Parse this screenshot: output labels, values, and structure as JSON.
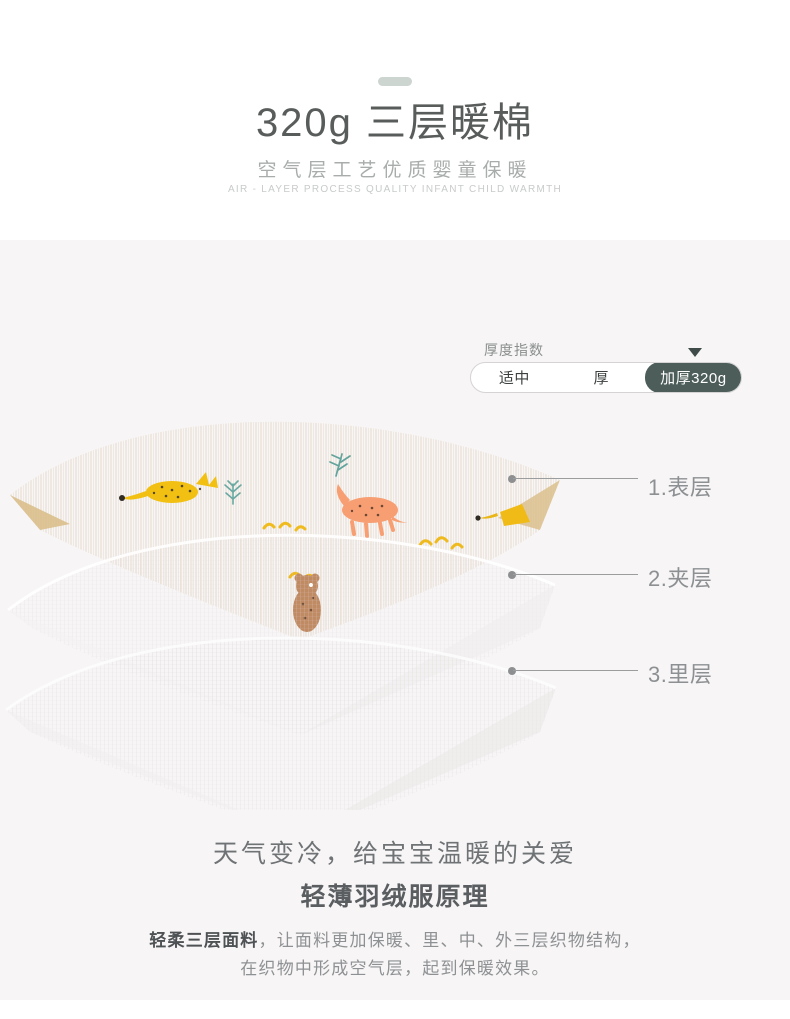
{
  "header": {
    "pill_color": "#ccd5cf",
    "title": "320g 三层暖棉",
    "subtitle": "空气层工艺优质婴童保暖",
    "subtitle_en": "AIR - LAYER PROCESS QUALITY INFANT CHILD WARMTH"
  },
  "thickness": {
    "label": "厚度指数",
    "segments": [
      {
        "label": "适中",
        "active": false
      },
      {
        "label": "厚",
        "active": false
      },
      {
        "label": "加厚320g",
        "active": true
      }
    ],
    "active_color": "#4d5d5a",
    "track_color": "#ffffff",
    "marker_color": "#3f4b48"
  },
  "layers": [
    {
      "label": "1.表层"
    },
    {
      "label": "2.夹层"
    },
    {
      "label": "3.里层"
    }
  ],
  "illustration": {
    "arrow_count": 5,
    "arrow_color": "#ffffff",
    "top_fabric_color": "#ecdcc0",
    "mid_fabric_color": "#fcfbfa",
    "bottom_fabric_color": "#f4f2f1",
    "print_motifs": [
      "yellow-leopard",
      "orange-cat",
      "brown-bear",
      "teal-fern",
      "yellow-grass"
    ]
  },
  "copy": {
    "line1": "天气变冷，给宝宝温暖的关爱",
    "line2": "轻薄羽绒服原理",
    "body_bold": "轻柔三层面料",
    "body_rest": "，让面料更加保暖、里、中、外三层织物结构，",
    "body_line2": "在织物中形成空气层，起到保暖效果。"
  },
  "colors": {
    "page_bg": "#ffffff",
    "panel_bg": "#f7f5f6",
    "title_text": "#585c5a",
    "muted_text": "#8d9093"
  }
}
